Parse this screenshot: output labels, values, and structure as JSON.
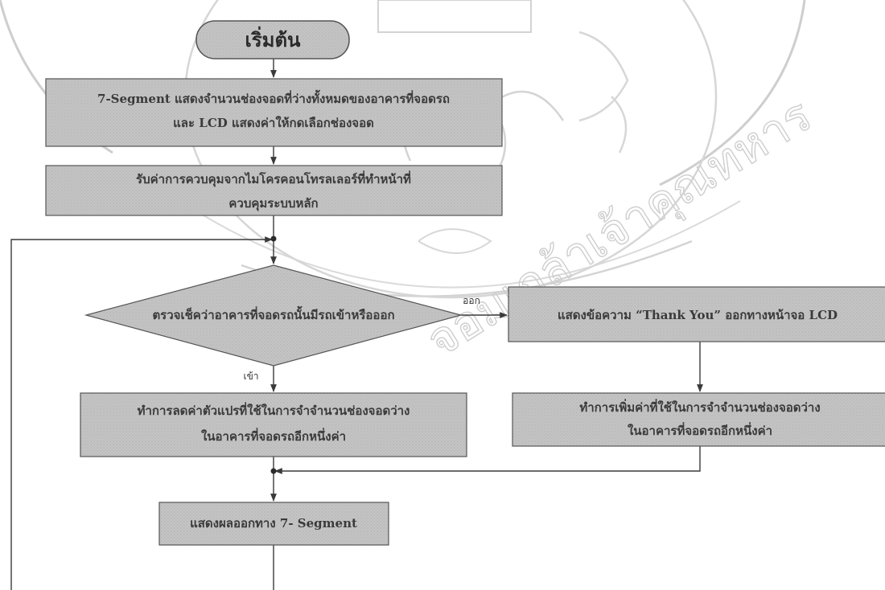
{
  "flowchart": {
    "start": "เริ่มต้น",
    "step1": {
      "line1": "7-Segment แสดงจำนวนช่องจอดที่ว่างทั้งหมดของอาคารที่จอดรถ",
      "line2": "และ LCD แสดงค่าให้กดเลือกช่องจอด"
    },
    "step2": {
      "line1": "รับค่าการควบคุมจากไมโครคอนโทรลเลอร์ที่ทำหน้าที่",
      "line2": "ควบคุมระบบหลัก"
    },
    "decision": "ตรวจเช็คว่าอาคารที่จอดรถนั้นมีรถเข้าหรือออก",
    "label_out": "ออก",
    "label_in": "เข้า",
    "exit_message": "แสดงข้อความ “Thank You” ออกทางหน้าจอ LCD",
    "decrement": {
      "line1": "ทำการลดค่าตัวแปรที่ใช้ในการจำจำนวนช่องจอดว่าง",
      "line2": "ในอาคารที่จอดรถอีกหนึ่งค่า"
    },
    "increment": {
      "line1": "ทำการเพิ่มค่าที่ใช้ในการจำจำนวนช่องจอดว่าง",
      "line2": "ในอาคารที่จอดรถอีกหนึ่งค่า"
    },
    "display": "แสดงผลออกทาง 7- Segment"
  },
  "watermark": {
    "text": "จอมเกล้าเจ้าคุณทหาร"
  },
  "colors": {
    "box_fill": "#bdbdbd",
    "box_stroke": "#555555",
    "line": "#3a3a3a",
    "watermark": "#c9c9c9"
  }
}
